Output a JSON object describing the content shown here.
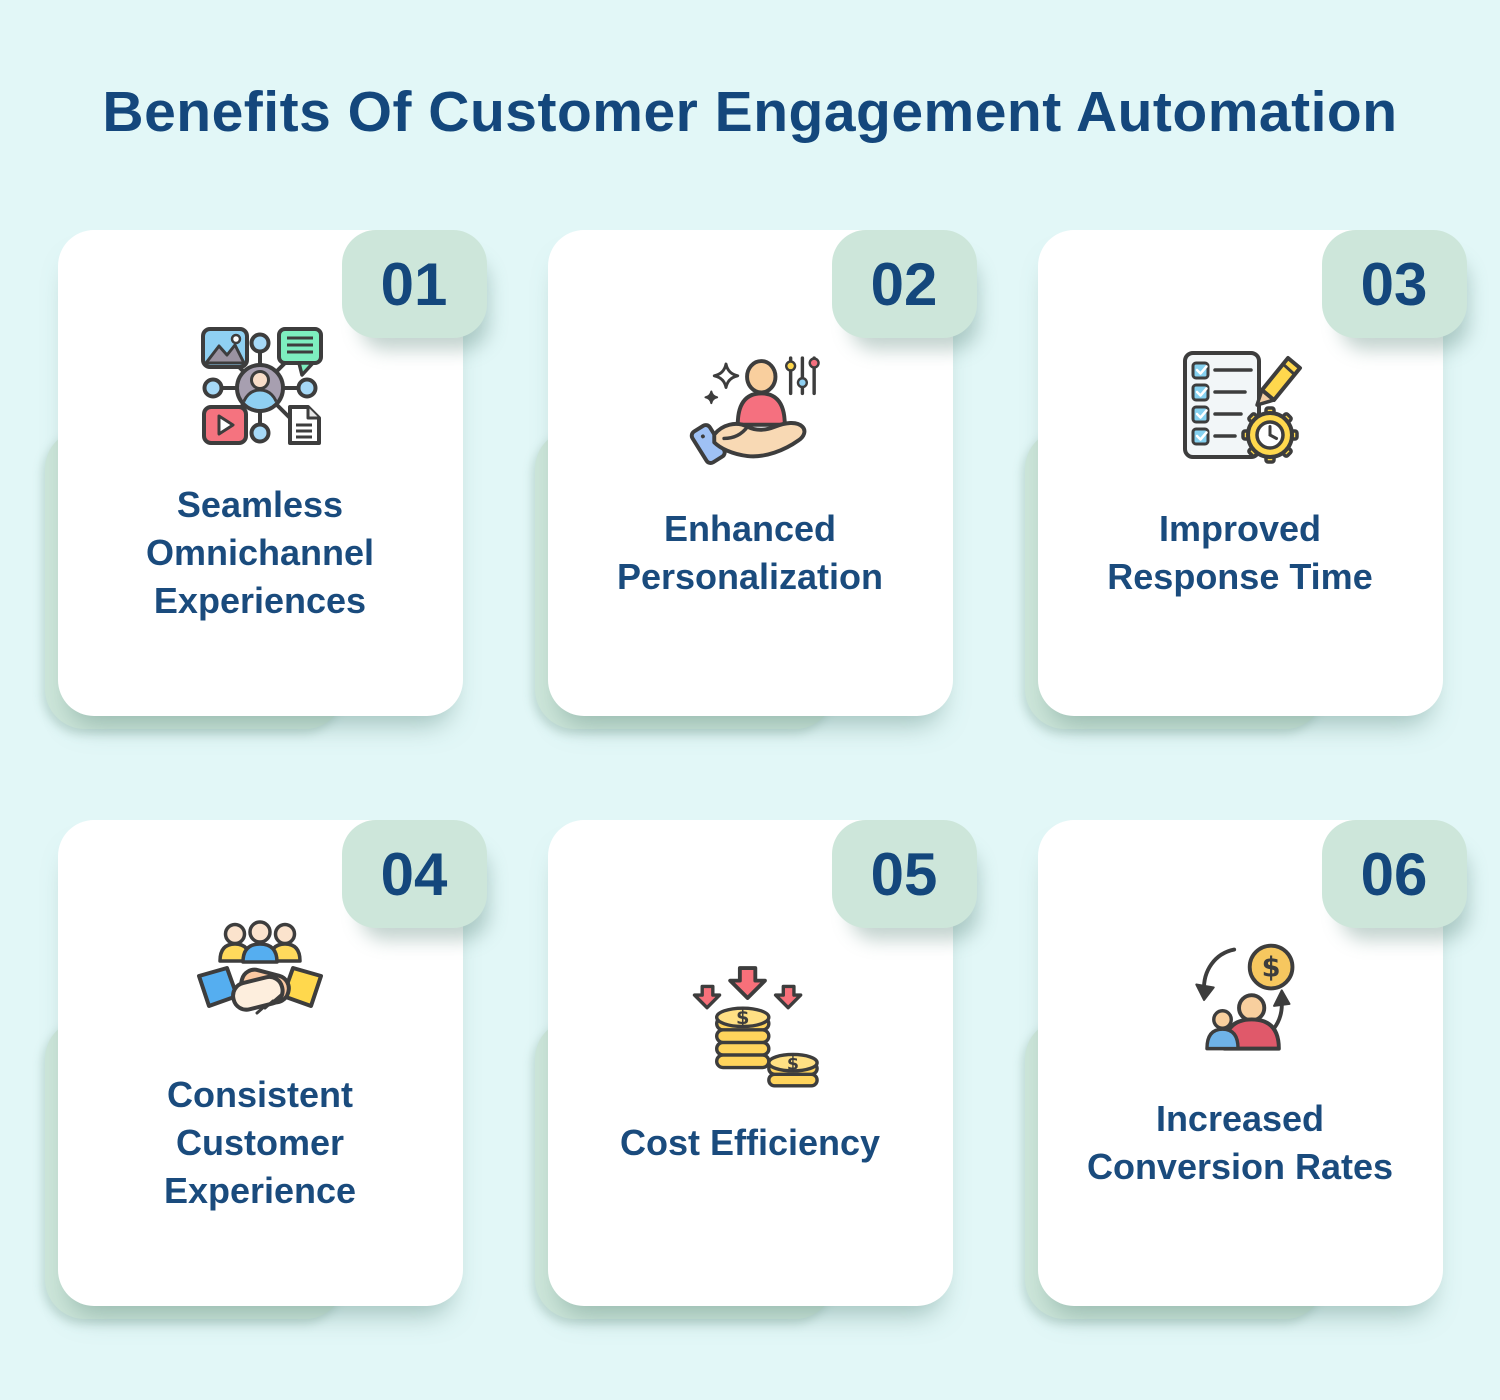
{
  "title": "Benefits Of Customer Engagement Automation",
  "colors": {
    "background": "#e2f7f7",
    "accent_mint": "#cde6da",
    "card_background": "#ffffff",
    "heading_blue": "#14477c",
    "card_text_blue": "#1a4b7d"
  },
  "cards": [
    {
      "number": "01",
      "title": "Seamless\nOmnichannel\nExperiences",
      "icon": "omnichannel-network-icon"
    },
    {
      "number": "02",
      "title": "Enhanced\nPersonalization",
      "icon": "hand-holding-person-icon"
    },
    {
      "number": "03",
      "title": "Improved\nResponse Time",
      "icon": "checklist-clock-icon"
    },
    {
      "number": "04",
      "title": "Consistent\nCustomer\nExperience",
      "icon": "handshake-people-icon"
    },
    {
      "number": "05",
      "title": "Cost Efficiency",
      "icon": "coins-down-arrows-icon"
    },
    {
      "number": "06",
      "title": "Increased\nConversion Rates",
      "icon": "person-dollar-cycle-icon"
    }
  ]
}
